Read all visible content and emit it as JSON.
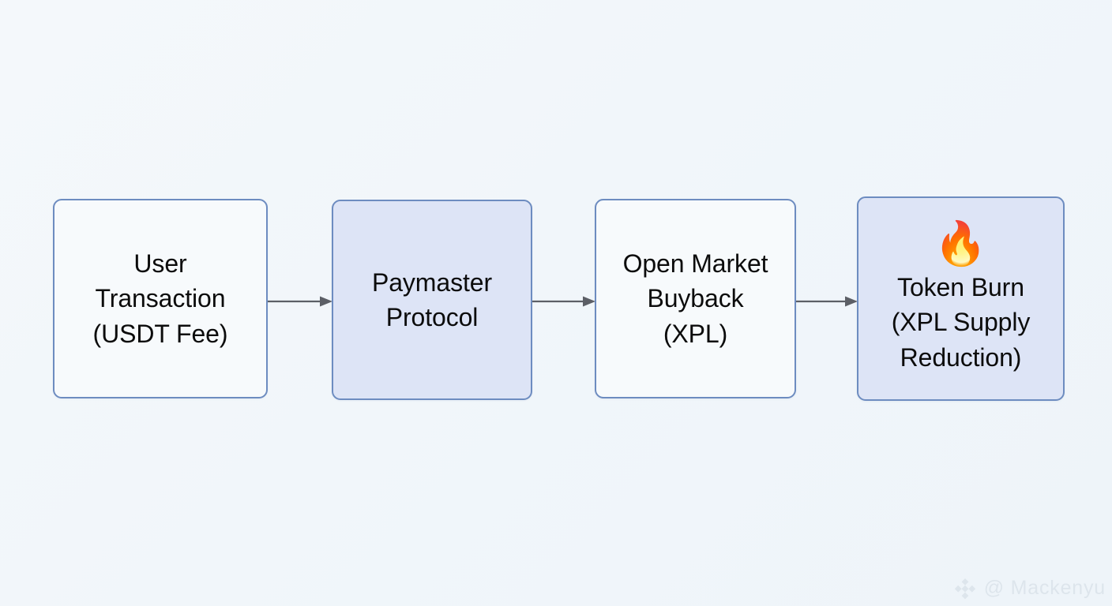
{
  "diagram": {
    "type": "flowchart",
    "direction": "left-to-right",
    "background_color": "#f2f7fa",
    "nodes": [
      {
        "id": "user-transaction",
        "lines": [
          "User",
          "Transaction",
          "(USDT Fee)"
        ],
        "emoji": "",
        "style": "plain",
        "fill": "#f7fafc",
        "border_color": "#6d8cc0"
      },
      {
        "id": "paymaster-protocol",
        "lines": [
          "Paymaster",
          "Protocol"
        ],
        "emoji": "",
        "style": "filled",
        "fill": "#dde4f6",
        "border_color": "#6d8cc0"
      },
      {
        "id": "open-market-buyback",
        "lines": [
          "Open Market",
          "Buyback",
          "(XPL)"
        ],
        "emoji": "",
        "style": "plain",
        "fill": "#f7fafc",
        "border_color": "#6d8cc0"
      },
      {
        "id": "token-burn",
        "lines": [
          "Token Burn",
          "(XPL Supply",
          "Reduction)"
        ],
        "emoji": "🔥",
        "style": "filled",
        "fill": "#dde4f6",
        "border_color": "#6d8cc0"
      }
    ],
    "arrows": [
      {
        "id": "arrow-user-to-paymaster",
        "from": "user-transaction",
        "to": "paymaster-protocol",
        "label": "",
        "color": "#5c5f66"
      },
      {
        "id": "arrow-paymaster-to-buyback",
        "from": "paymaster-protocol",
        "to": "open-market-buyback",
        "label": "",
        "color": "#5c5f66"
      },
      {
        "id": "arrow-buyback-to-burn",
        "from": "open-market-buyback",
        "to": "token-burn",
        "label": "",
        "color": "#5c5f66"
      }
    ]
  },
  "watermark": {
    "handle": "@ Mackenyu",
    "icon": "diamond-logo-icon",
    "color": "#dde5ec"
  }
}
